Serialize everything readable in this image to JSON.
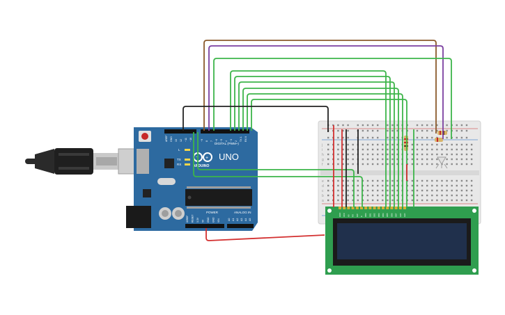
{
  "board": {
    "logo": "UNO",
    "brand": "ARDUINO",
    "digital_header": "DIGITAL (PWM~)",
    "power_header": "POWER",
    "analog_header": "ANALOG IN",
    "led_l": "L",
    "led_tx": "TX",
    "led_rx": "RX",
    "digital_pins": [
      "AREF",
      "GND",
      "13",
      "12",
      "~11",
      "~10",
      "~9",
      "8",
      "7",
      "~6",
      "~5",
      "4",
      "~3",
      "2",
      "TX 1",
      "RX 0"
    ],
    "power_pins": [
      "IOREF",
      "RESET",
      "3.3V",
      "5V",
      "GND",
      "GND",
      "VIN"
    ],
    "analog_pins": [
      "A0",
      "A1",
      "A2",
      "A3",
      "A4",
      "A5"
    ]
  },
  "breadboard": {
    "row_letters_top": [
      "j",
      "i",
      "h",
      "g",
      "f"
    ],
    "row_letters_bottom": [
      "e",
      "d",
      "c",
      "b",
      "a"
    ]
  },
  "lcd": {
    "pins": [
      "GND",
      "VCC",
      "V0",
      "RS",
      "RW",
      "E",
      "DB0",
      "DB1",
      "DB2",
      "DB3",
      "DB4",
      "DB5",
      "DB6",
      "DB7",
      "LED",
      "LED"
    ]
  },
  "colors": {
    "board": "#2d6aa0",
    "lcd_pcb": "#2f9e4f",
    "lcd_screen": "#20304c",
    "wire_green": "#3db54a",
    "wire_red": "#d32f2f",
    "wire_black": "#222222",
    "wire_brown": "#8b5a2b",
    "wire_purple": "#7b3fa0"
  }
}
